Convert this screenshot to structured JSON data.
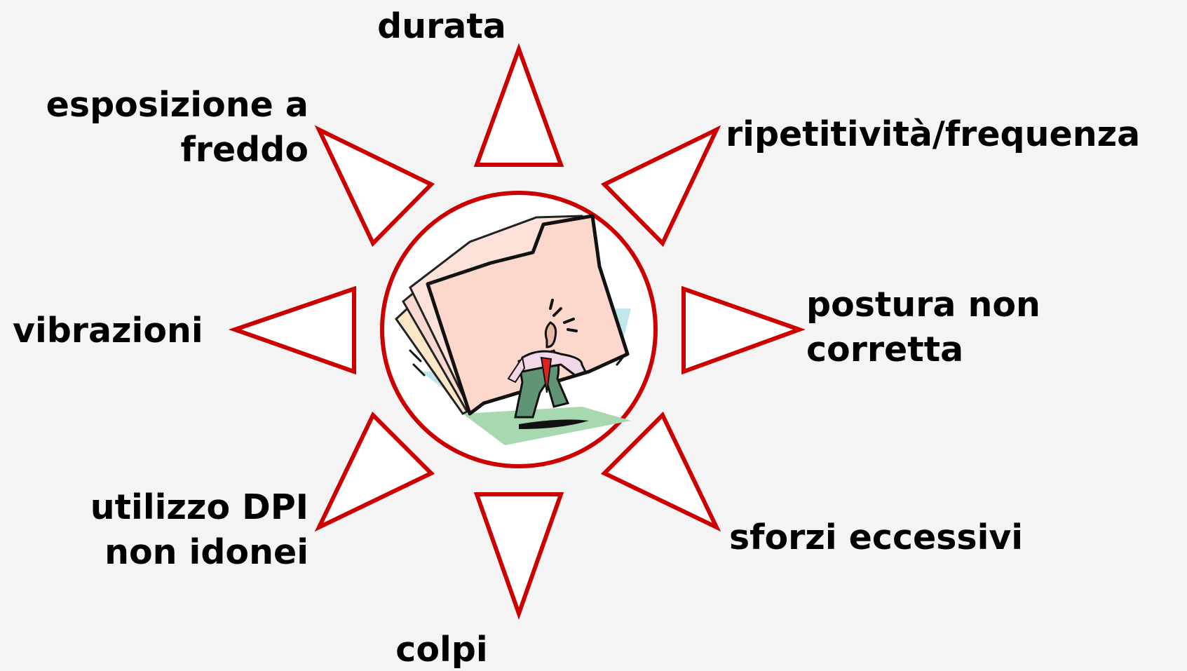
{
  "diagram": {
    "accent_color": "#cc0000",
    "background_color": "#f4f4f4",
    "center_illustration": "man-lifting-heavy-file-folder",
    "factors": {
      "top": {
        "lines": [
          "durata"
        ]
      },
      "top_right": {
        "lines": [
          "ripetitività/frequenza"
        ]
      },
      "right": {
        "lines": [
          "postura non",
          "corretta"
        ]
      },
      "bottom_right": {
        "lines": [
          "sforzi eccessivi"
        ]
      },
      "bottom": {
        "lines": [
          "colpi"
        ]
      },
      "bottom_left": {
        "lines": [
          "utilizzo DPI",
          "non idonei"
        ]
      },
      "left": {
        "lines": [
          "vibrazioni"
        ]
      },
      "top_left": {
        "lines": [
          "esposizione a",
          "freddo"
        ]
      }
    }
  }
}
